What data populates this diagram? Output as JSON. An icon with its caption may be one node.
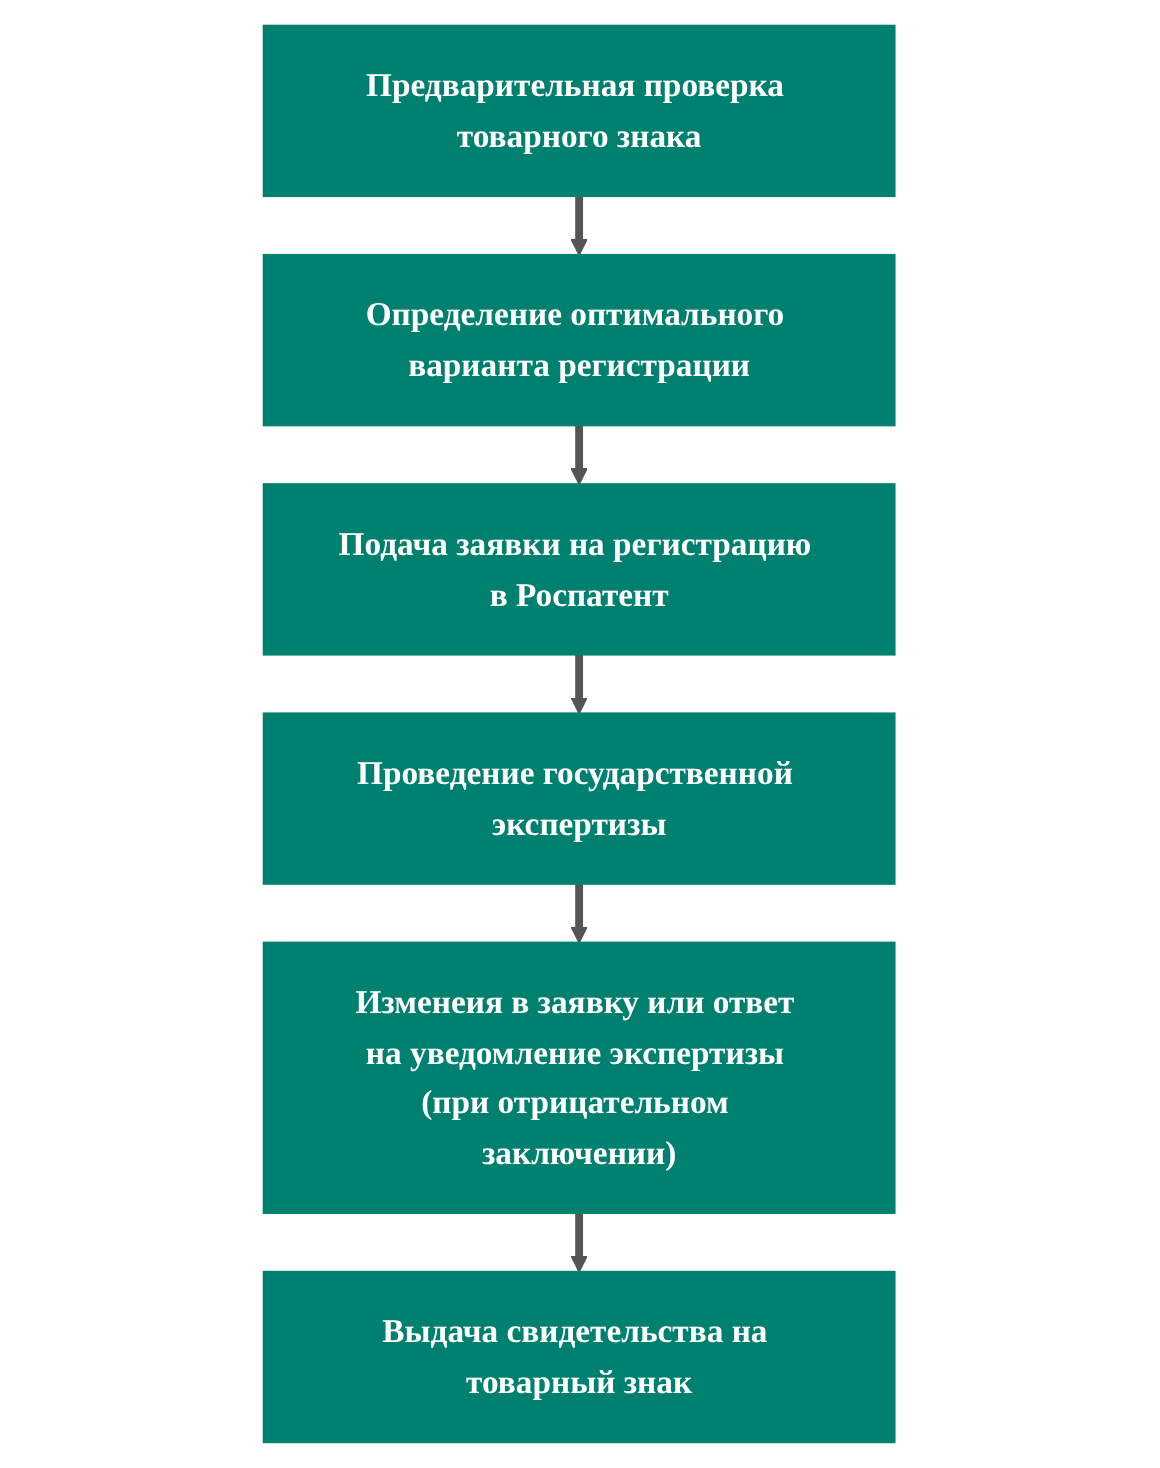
{
  "diagram": {
    "nodes": [
      {
        "text": [
          "Предварительная проверка товарного знака"
        ]
      },
      {
        "text": [
          "Определение оптимального варианта регистрации"
        ]
      },
      {
        "text": [
          "Подача заявки на регистрацию в Роспатент"
        ]
      },
      {
        "text": [
          "Проведение государственной экспертизы"
        ]
      },
      {
        "text": [
          "Изменеия в заявку или ответ на уведомление экспертизы (при отрицательном заключении)"
        ]
      },
      {
        "text": [
          "Выдача свидетельства на товарный знак"
        ]
      }
    ],
    "edges": [
      {
        "from": 0,
        "to": 1,
        "arrow": "to"
      },
      {
        "from": 1,
        "to": 2,
        "arrow": "to"
      },
      {
        "from": 2,
        "to": 3,
        "arrow": "to"
      },
      {
        "from": 3,
        "to": 4,
        "arrow": "to"
      },
      {
        "from": 4,
        "to": 5,
        "arrow": "to"
      }
    ]
  }
}
